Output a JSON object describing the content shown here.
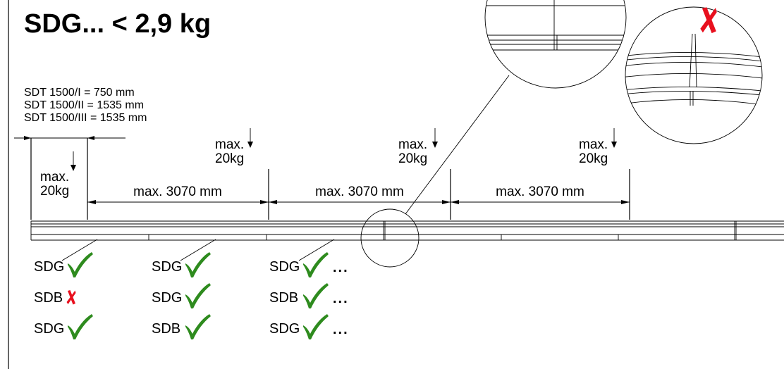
{
  "title": "SDG... < 2,9 kg",
  "notes": [
    "SDT 1500/I = 750 mm",
    "SDT 1500/II = 1535 mm",
    "SDT 1500/III = 1535 mm"
  ],
  "load_label": {
    "line1": "max.",
    "line2": "20kg"
  },
  "span_label": "max. 3070 mm",
  "rows": [
    [
      {
        "label": "SDG",
        "mark": "check"
      },
      {
        "label": "SDG",
        "mark": "check"
      },
      {
        "label": "SDG",
        "mark": "check",
        "more": true
      }
    ],
    [
      {
        "label": "SDB",
        "mark": "cross"
      },
      {
        "label": "SDG",
        "mark": "check"
      },
      {
        "label": "SDB",
        "mark": "check",
        "more": true
      }
    ],
    [
      {
        "label": "SDG",
        "mark": "check"
      },
      {
        "label": "SDB",
        "mark": "check"
      },
      {
        "label": "SDG",
        "mark": "check",
        "more": true
      }
    ]
  ],
  "more_symbol": "...",
  "colors": {
    "check": "#2e8b1e",
    "cross": "#e8101e",
    "line": "#000000"
  }
}
